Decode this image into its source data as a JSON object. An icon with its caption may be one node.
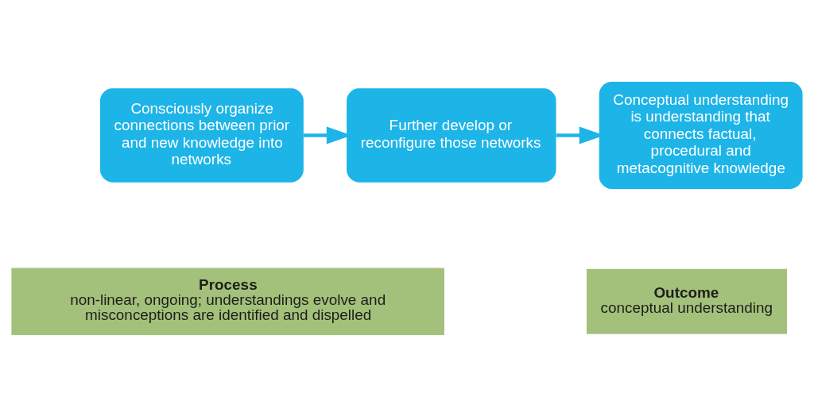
{
  "diagram": {
    "nodes": [
      {
        "text": [
          "Consciously organize connections between prior and new knowledge into networks"
        ]
      },
      {
        "text": [
          "Further develop or reconfigure those networks"
        ]
      },
      {
        "text": [
          "Conceptual understanding is understanding that connects factual, procedural and metacognitive knowledge"
        ]
      },
      {
        "text": [
          "Process",
          "non-linear, ongoing; understandings evolve and misconceptions are identified and dispelled"
        ]
      },
      {
        "text": [
          "Outcome",
          "conceptual understanding"
        ]
      }
    ],
    "edges": [
      {
        "from": 0,
        "to": 1,
        "arrow": "to"
      },
      {
        "from": 1,
        "to": 2,
        "arrow": "to"
      }
    ]
  }
}
